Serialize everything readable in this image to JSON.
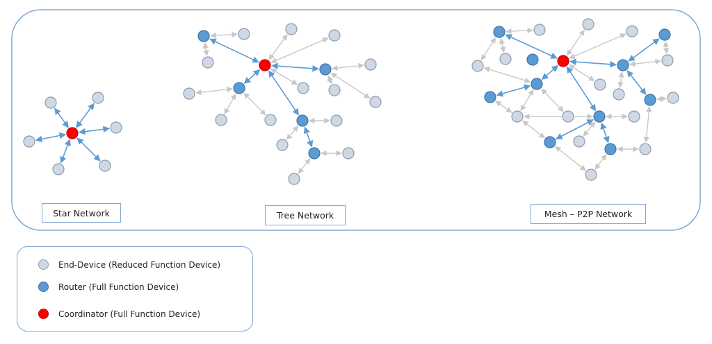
{
  "labels": {
    "star": "Star Network",
    "tree": "Tree Network",
    "mesh": "Mesh – P2P Network"
  },
  "legend": {
    "end_device": "End-Device (Reduced Function Device)",
    "router": "Router (Full Function Device)",
    "coordinator": "Coordinator (Full Function Device)"
  },
  "colors": {
    "end_device_fill": "#cfd8e3",
    "end_device_stroke": "#8a9bb0",
    "router_fill": "#5b9bd5",
    "router_stroke": "#41719c",
    "coordinator_fill": "#ff0000",
    "coordinator_stroke": "#c00000",
    "primary_link": "#5b9bd5",
    "secondary_link": "#c8c8c8",
    "border": "#7da7d4"
  }
}
